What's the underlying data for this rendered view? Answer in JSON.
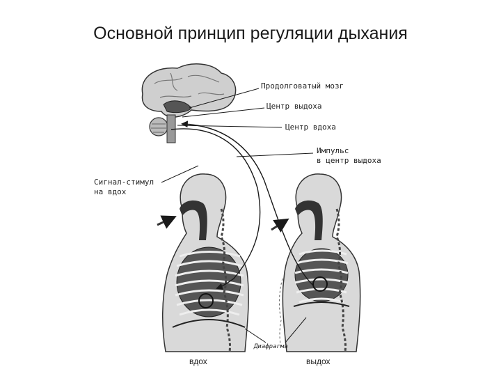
{
  "slide": {
    "title": "Основной принцип регуляции дыхания"
  },
  "labels": {
    "medulla": "Продолговатый мозг",
    "exhale_center": "Центр выдоха",
    "inhale_center": "Центр вдоха",
    "impulse_line1": "Импульс",
    "impulse_line2": "в центр выдоха",
    "signal_line1": "Сигнал-стимул",
    "signal_line2": "на вдох",
    "diaphragm": "Диафрагма",
    "inhale_caption": "вдох",
    "exhale_caption": "выдох"
  },
  "colors": {
    "ink": "#1a1a1a",
    "body_fill": "#d9d9d9",
    "lung_fill": "#555555",
    "brain_fill": "#cfcfcf"
  }
}
